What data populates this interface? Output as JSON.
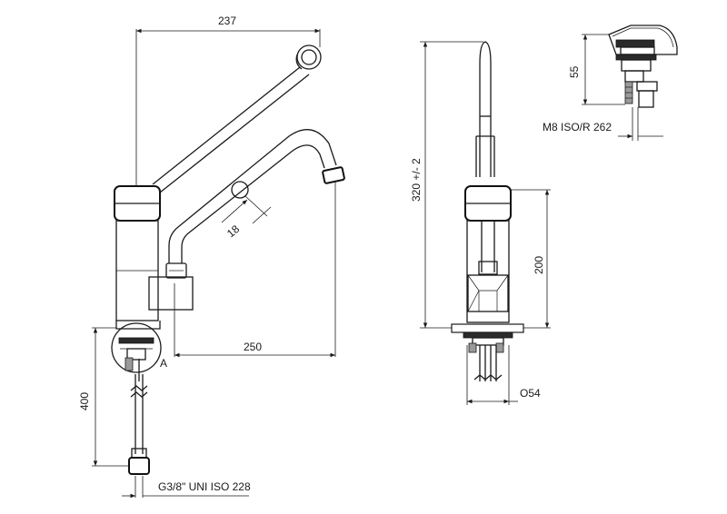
{
  "dimensions": {
    "lever_reach": "237",
    "spout_diameter": "18",
    "spout_reach": "250",
    "hose_length": "400",
    "total_height": "320 +/- 2",
    "body_height": "200",
    "base_diameter": "O54",
    "fixing_height": "55"
  },
  "labels": {
    "detail_marker": "A",
    "hose_thread": "G3/8\" UNI ISO 228",
    "fixing_thread": "M8 ISO/R 262"
  }
}
